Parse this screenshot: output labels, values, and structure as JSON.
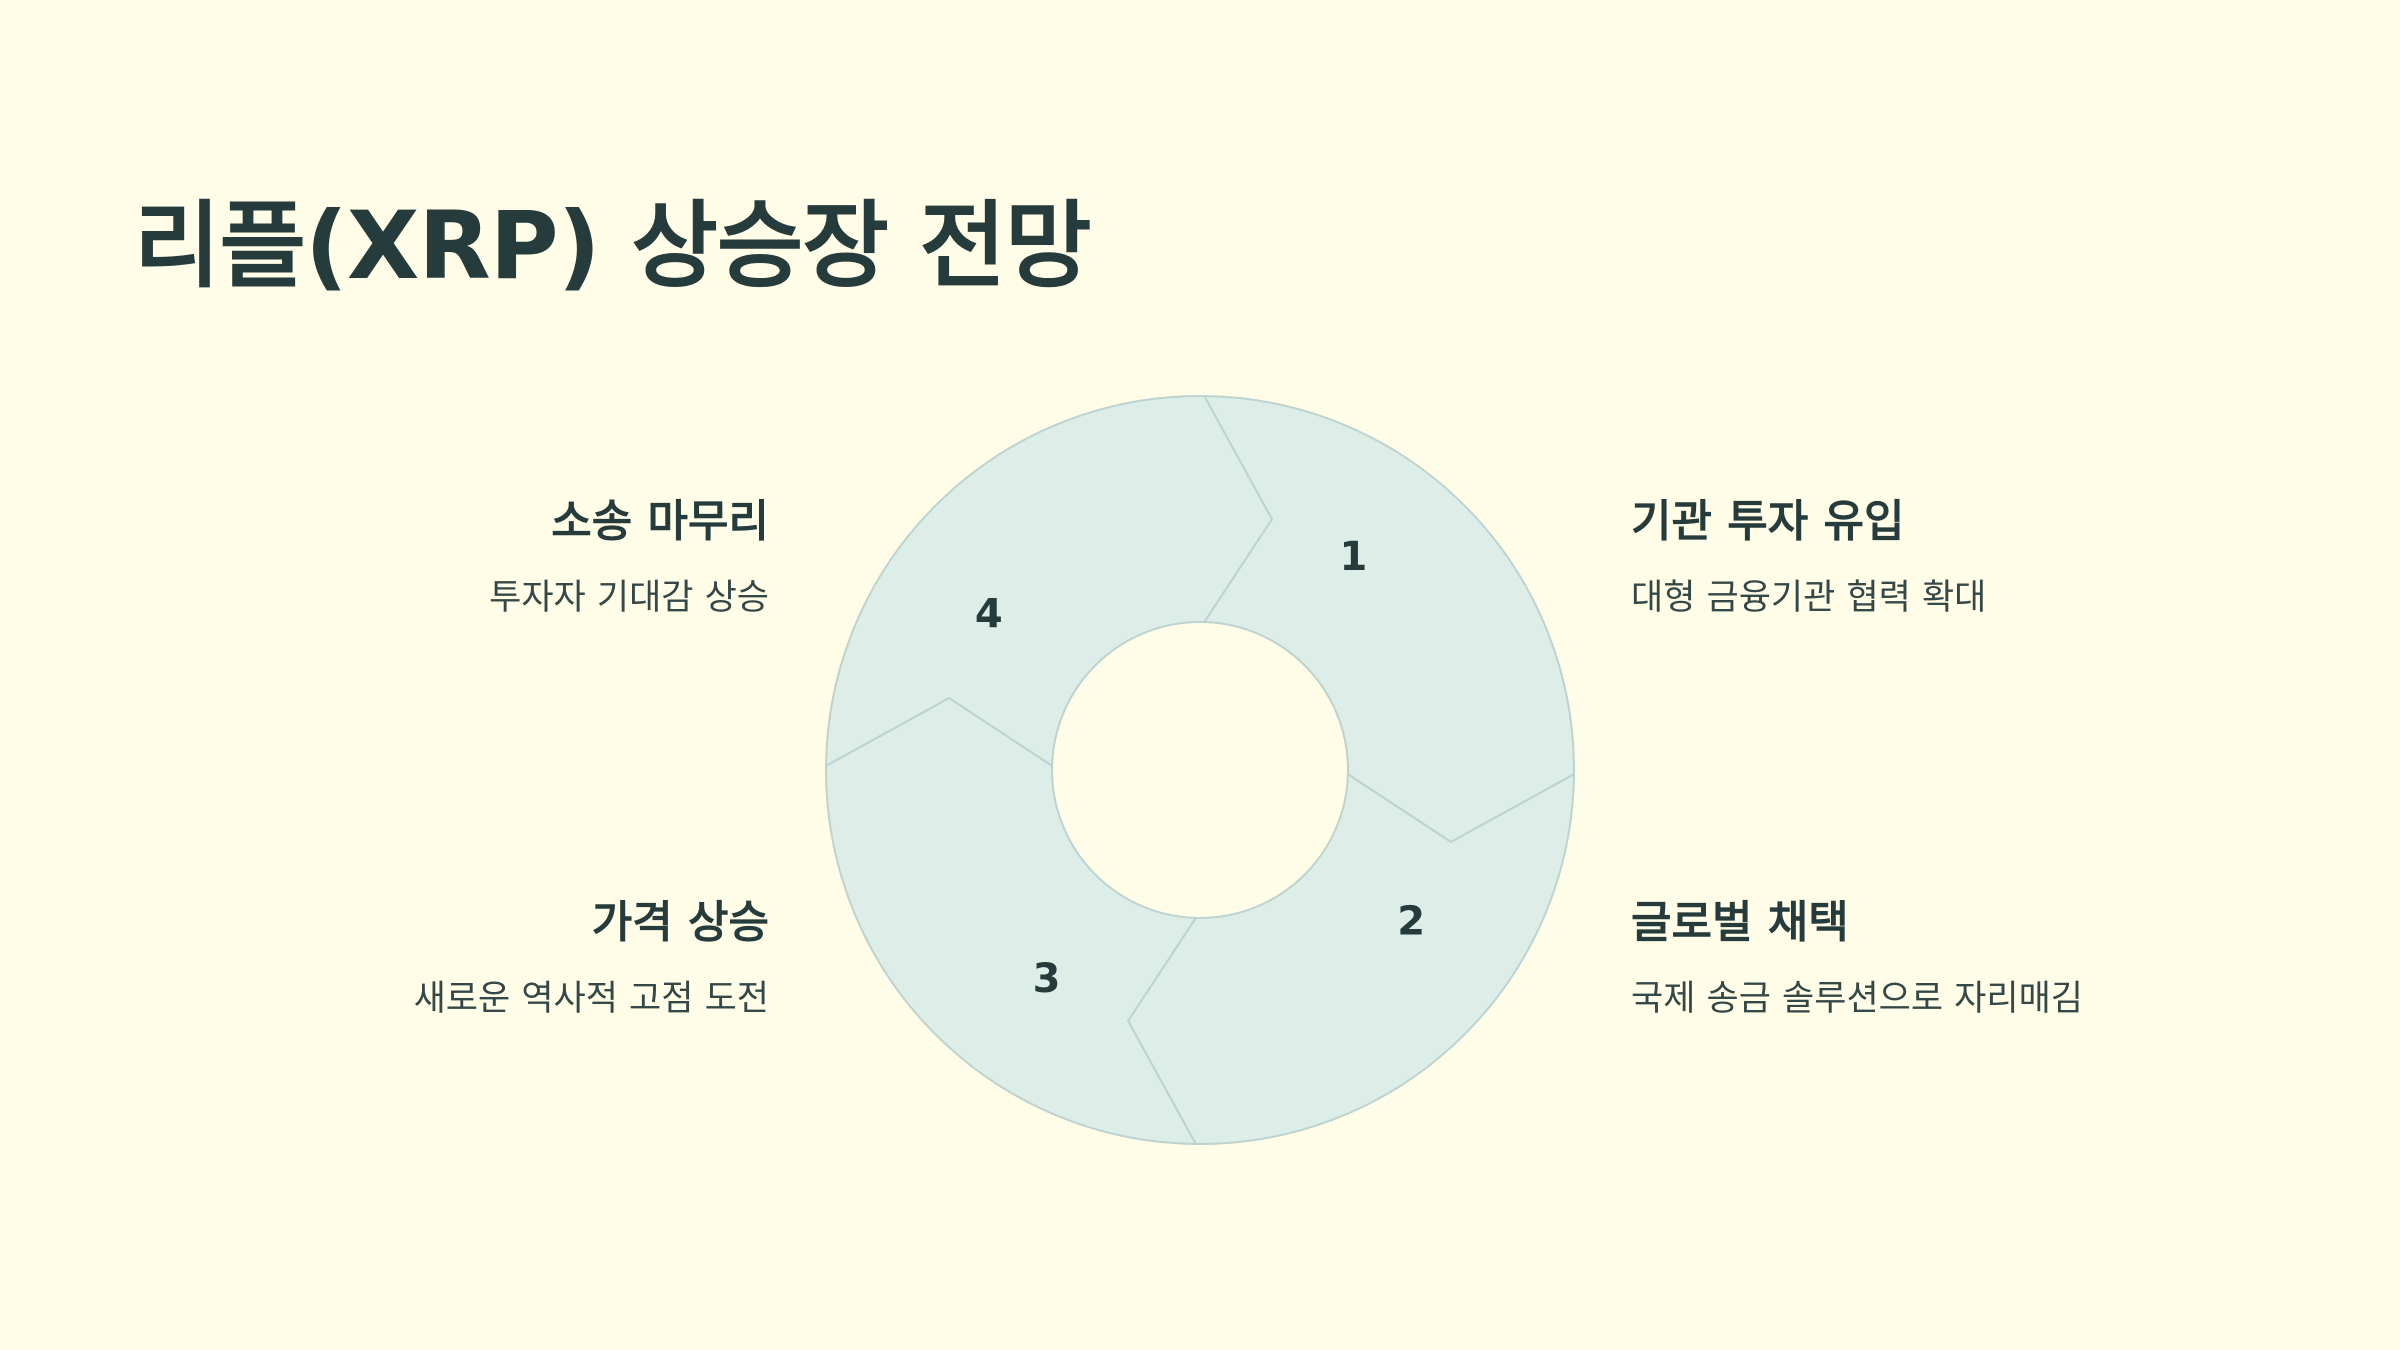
{
  "title": "리플(XRP) 상승장 전망",
  "colors": {
    "background": "#fffde7",
    "segment_fill": "#dceee7",
    "segment_stroke": "#bcd3d0",
    "text": "#263b3b"
  },
  "steps": [
    {
      "number": "1",
      "heading": "소송 마무리",
      "description": "투자자 기대감 상승"
    },
    {
      "number": "2",
      "heading": "기관 투자 유입",
      "description": "대형 금융기관 협력 확대"
    },
    {
      "number": "3",
      "heading": "글로벌 채택",
      "description": "국제 송금 솔루션으로 자리매김"
    },
    {
      "number": "4",
      "heading": "가격 상승",
      "description": "새로운 역사적 고점 도전"
    }
  ]
}
